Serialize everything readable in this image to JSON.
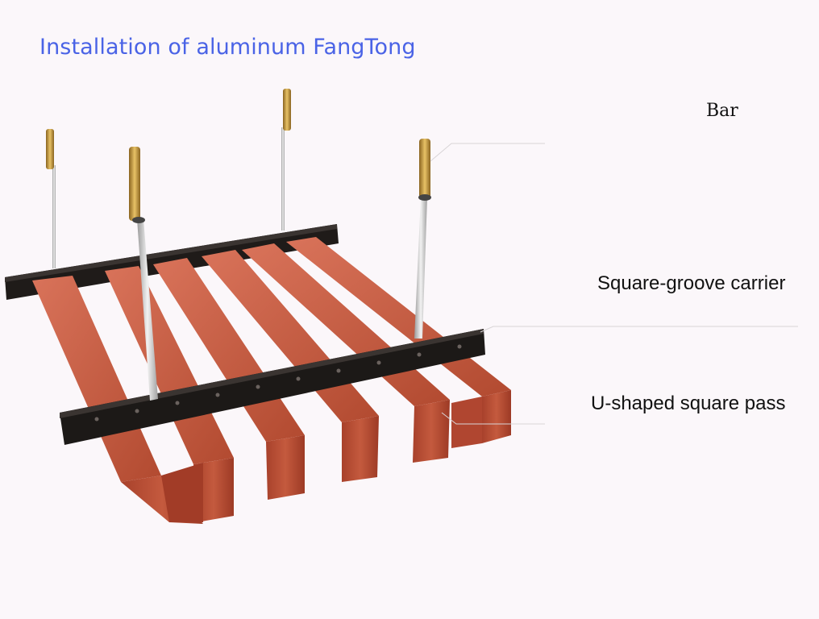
{
  "title": "Installation of aluminum FangTong",
  "labels": {
    "bar": "Bar",
    "carrier": "Square-groove carrier",
    "pass": "U-shaped square pass"
  },
  "colors": {
    "title": "#4a63e6",
    "profile_front": "#b94b33",
    "profile_side": "#cf6347",
    "profile_dark": "#8e3622",
    "carrier": "#1c1917",
    "rod": "#d8d8d8",
    "hook": "#c79a3a"
  },
  "components": [
    "bar-hanger",
    "square-groove-carrier",
    "u-shaped-square-pass"
  ]
}
